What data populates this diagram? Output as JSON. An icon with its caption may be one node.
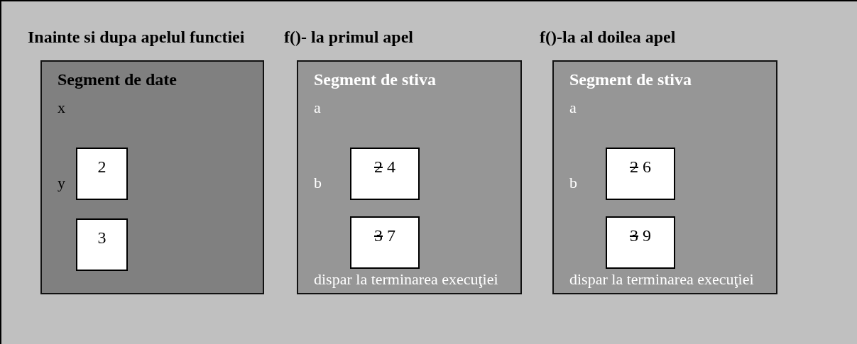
{
  "diagram": {
    "nodes": [
      {
        "text": [
          "Inainte si dupa apelul functiei",
          "Segment de date",
          "x",
          "y"
        ]
      },
      {
        "text": [
          "2"
        ],
        "in": 0
      },
      {
        "text": [
          "3"
        ],
        "in": 0
      },
      {
        "text": [
          "f()- la primul apel",
          "Segment de stiva",
          "a",
          "b",
          "dispar la terminarea execuţiei"
        ]
      },
      {
        "text": [
          "2",
          "4"
        ],
        "in": 3
      },
      {
        "text": [
          "3",
          "7"
        ],
        "in": 3
      },
      {
        "text": [
          "f()-la al doilea apel",
          "Segment de stiva",
          "a",
          "b",
          "dispar la terminarea execuţiei"
        ]
      },
      {
        "text": [
          "2",
          "6"
        ],
        "in": 6
      },
      {
        "text": [
          "3",
          "9"
        ],
        "in": 6
      }
    ],
    "edges": []
  }
}
